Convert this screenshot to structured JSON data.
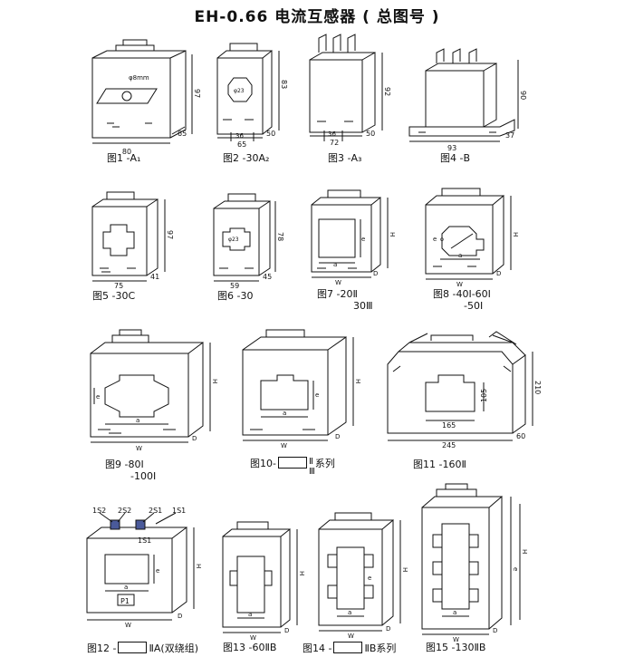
{
  "title": "EH-0.66  电流互感器 ( 总图号 )",
  "figures": [
    {
      "id": "f1",
      "caption": "图1  -A₁",
      "dims": {
        "w": "80",
        "d": "65",
        "h": "97"
      },
      "note": "φ8mm"
    },
    {
      "id": "f2",
      "caption": "图2  -30A₂",
      "dims": {
        "w": "65",
        "w2": "36",
        "d": "50",
        "h": "83"
      },
      "note": "φ23"
    },
    {
      "id": "f3",
      "caption": "图3  -A₃",
      "dims": {
        "w": "72",
        "w2": "36",
        "d": "50",
        "h": "92"
      }
    },
    {
      "id": "f4",
      "caption": "图4  -B",
      "dims": {
        "w": "93",
        "d": "37",
        "h": "90"
      }
    },
    {
      "id": "f5",
      "caption": "图5  -30C",
      "dims": {
        "w": "75",
        "d": "41",
        "h": "97"
      }
    },
    {
      "id": "f6",
      "caption": "图6  -30",
      "dims": {
        "w": "59",
        "d": "45",
        "h": "78"
      },
      "note": "φ23"
    },
    {
      "id": "f7",
      "caption": "图7  -20Ⅱ",
      "caption2": "30Ⅲ",
      "dims": {
        "w": "W",
        "d": "D",
        "h": "H",
        "a": "a",
        "e": "e"
      }
    },
    {
      "id": "f8",
      "caption": "图8  -40Ⅰ-60Ⅰ",
      "caption2": "-50Ⅰ",
      "dims": {
        "w": "W",
        "d": "D",
        "h": "H",
        "a": "a",
        "e": "e"
      },
      "note": "φ"
    },
    {
      "id": "f9",
      "caption": "图9  -80Ⅰ",
      "caption2": "-100Ⅰ",
      "dims": {
        "w": "W",
        "d": "D",
        "h": "H",
        "a": "a",
        "e": "e"
      }
    },
    {
      "id": "f10",
      "caption": "图10-",
      "caption_suffix_top": "Ⅱ",
      "caption_suffix_bottom": "Ⅲ",
      "caption_tail": "系列",
      "dims": {
        "w": "W",
        "d": "D",
        "h": "H",
        "a": "a",
        "e": "e"
      }
    },
    {
      "id": "f11",
      "caption": "图11  -160Ⅱ",
      "dims": {
        "w": "245",
        "d": "60",
        "h": "210",
        "a": "165",
        "e": "105"
      }
    },
    {
      "id": "f12",
      "caption": "图12 -",
      "caption_tail": "ⅡA(双绕组)",
      "dims": {
        "w": "W",
        "d": "D",
        "h": "H",
        "a": "a",
        "e": "e"
      },
      "terminals": [
        "1S2",
        "2S2",
        "2S1",
        "1S1",
        "1S1"
      ],
      "plate": "P1"
    },
    {
      "id": "f13",
      "caption": "图13  -60ⅡB",
      "dims": {
        "w": "W",
        "d": "D",
        "h": "H",
        "a": "a"
      }
    },
    {
      "id": "f14",
      "caption": "图14 -",
      "caption_tail": "ⅡB系列",
      "dims": {
        "w": "W",
        "d": "D",
        "h": "H",
        "a": "a",
        "e": "e"
      }
    },
    {
      "id": "f15",
      "caption": "图15  -130ⅡB",
      "dims": {
        "w": "W",
        "d": "D",
        "h": "H",
        "a": "a",
        "e": "e"
      }
    }
  ]
}
